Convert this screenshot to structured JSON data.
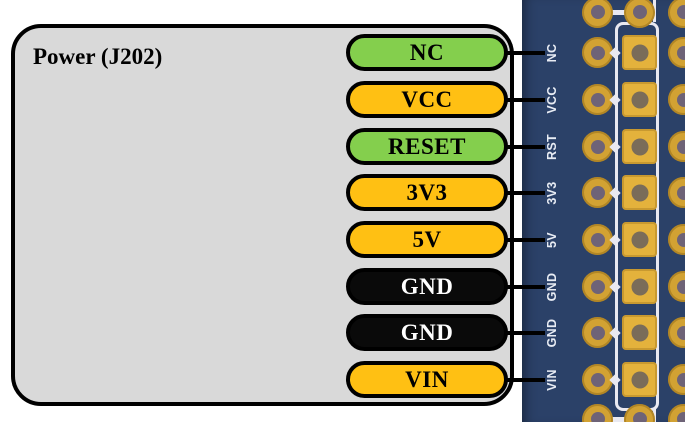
{
  "title": "Power (J202)",
  "pins": [
    {
      "label": "NC",
      "pcb_label": "NC",
      "color": "green",
      "text_color": "#000000"
    },
    {
      "label": "VCC",
      "pcb_label": "VCC",
      "color": "orange",
      "text_color": "#000000"
    },
    {
      "label": "RESET",
      "pcb_label": "RST",
      "color": "green",
      "text_color": "#000000"
    },
    {
      "label": "3V3",
      "pcb_label": "3V3",
      "color": "orange",
      "text_color": "#000000"
    },
    {
      "label": "5V",
      "pcb_label": "5V",
      "color": "orange",
      "text_color": "#000000"
    },
    {
      "label": "GND",
      "pcb_label": "GND",
      "color": "black",
      "text_color": "#FFFFFF"
    },
    {
      "label": "GND",
      "pcb_label": "GND",
      "color": "black",
      "text_color": "#FFFFFF"
    },
    {
      "label": "VIN",
      "pcb_label": "VIN",
      "color": "orange",
      "text_color": "#000000"
    }
  ],
  "colors": {
    "green": "#84CF4D",
    "orange": "#FFC013",
    "black": "#0A0A0A",
    "panel_fill": "#D9D9D9",
    "panel_border": "#000000",
    "pcb_base": "#2B4168",
    "pad_gold": "#D2A233",
    "pad_hole": "#6E6377",
    "square_gold": "#E4B23C",
    "square_hole": "#7A6C59",
    "silkscreen": "#E9E9F1",
    "pcb_text": "#E8ECF4"
  }
}
